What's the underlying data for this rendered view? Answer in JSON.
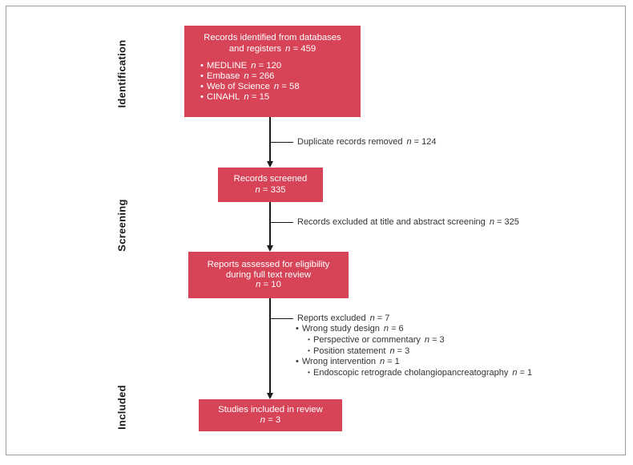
{
  "stage_labels": {
    "identification": "Identification",
    "screening": "Screening",
    "included": "Included"
  },
  "glyphs": {
    "n_symbol": "n",
    "equals": "=",
    "bullet_large": "•",
    "bullet_small": "•"
  },
  "colors": {
    "box_fill": "#d74357",
    "box_text": "#ffffff",
    "line": "#1a1a1a",
    "annotation_text": "#333333",
    "frame_border": "#9c9c9c"
  },
  "boxes": {
    "identified": {
      "heading_line1": {
        "text": "Records identified from databases"
      },
      "heading_line2": {
        "text": "and registers",
        "count": "459"
      },
      "sources": [
        {
          "level": 1,
          "text": "MEDLINE",
          "count": "120"
        },
        {
          "level": 1,
          "text": "Embase",
          "count": "266"
        },
        {
          "level": 1,
          "text": "Web of Science",
          "count": "58"
        },
        {
          "level": 1,
          "text": "CINAHL",
          "count": "15"
        }
      ]
    },
    "screened": {
      "line1": {
        "text": "Records screened"
      },
      "line2": {
        "count": "335"
      }
    },
    "assessed": {
      "line1": {
        "text": "Reports assessed for eligibility"
      },
      "line2": {
        "text": "during full text review"
      },
      "line3": {
        "count": "10"
      }
    },
    "included": {
      "line1": {
        "text": "Studies included in review"
      },
      "line2": {
        "count": "3"
      }
    }
  },
  "annotations": {
    "duplicates": {
      "text": "Duplicate records removed",
      "count": "124"
    },
    "title_abstract": {
      "text": "Records excluded at title and abstract screening",
      "count": "325"
    },
    "full_text_exclusions": [
      {
        "level": 0,
        "text": "Reports excluded",
        "count": "7"
      },
      {
        "level": 1,
        "text": "Wrong study design",
        "count": "6"
      },
      {
        "level": 2,
        "text": "Perspective or commentary",
        "count": "3"
      },
      {
        "level": 2,
        "text": "Position statement",
        "count": "3"
      },
      {
        "level": 1,
        "text": "Wrong intervention",
        "count": "1"
      },
      {
        "level": 2,
        "text": "Endoscopic retrograde cholangiopancreatography",
        "count": "1"
      }
    ]
  }
}
